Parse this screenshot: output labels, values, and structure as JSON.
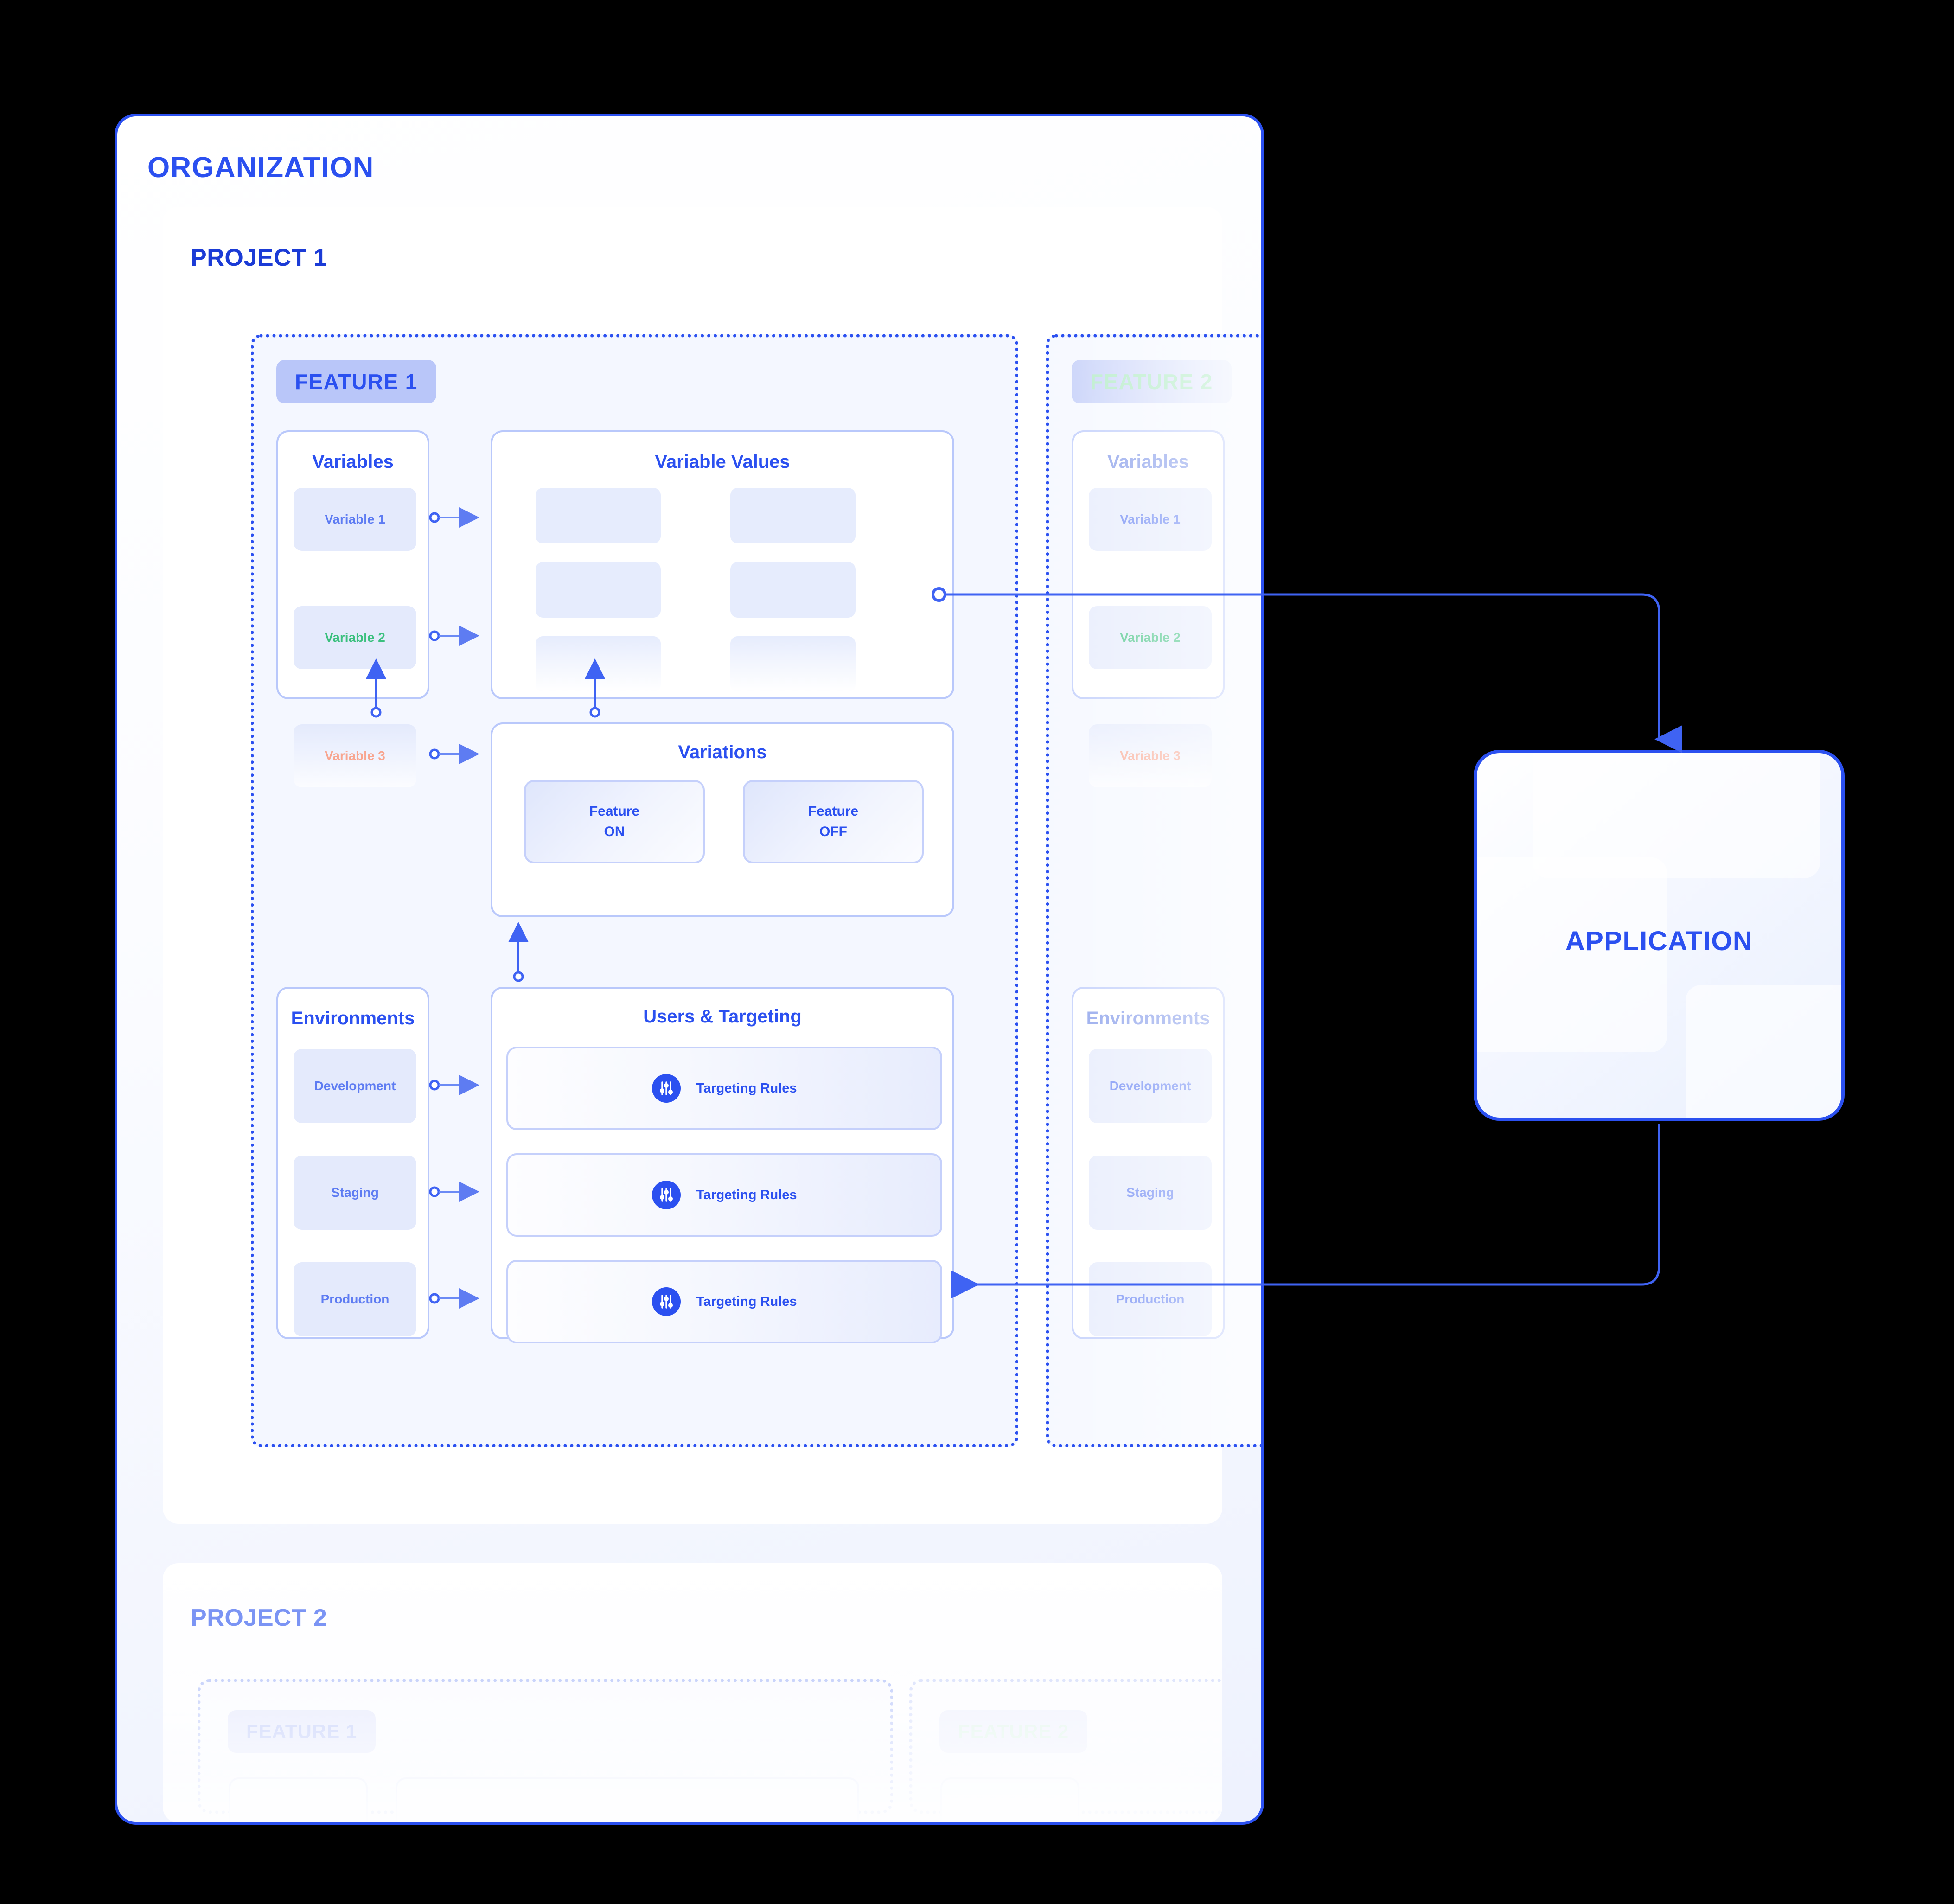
{
  "organization": {
    "title": "ORGANIZATION"
  },
  "project1": {
    "title": "PROJECT 1",
    "features": [
      {
        "badge": "FEATURE 1",
        "variables_panel": {
          "title": "Variables",
          "items": [
            {
              "label": "Variable 1",
              "color": "#5e7cf2"
            },
            {
              "label": "Variable 2",
              "color": "#3bc07e"
            },
            {
              "label": "Variable 3",
              "color": "#f8a58f"
            }
          ]
        },
        "variable_values_panel": {
          "title": "Variable Values"
        },
        "variations_panel": {
          "title": "Variations",
          "options": [
            {
              "line1": "Feature",
              "line2": "ON"
            },
            {
              "line1": "Feature",
              "line2": "OFF"
            }
          ]
        },
        "environments_panel": {
          "title": "Environments",
          "items": [
            {
              "label": "Development"
            },
            {
              "label": "Staging"
            },
            {
              "label": "Production"
            }
          ]
        },
        "targeting_panel": {
          "title": "Users & Targeting",
          "rules": [
            {
              "label": "Targeting Rules",
              "icon": "sliders-icon"
            },
            {
              "label": "Targeting Rules",
              "icon": "sliders-icon"
            },
            {
              "label": "Targeting Rules",
              "icon": "sliders-icon"
            }
          ]
        }
      },
      {
        "badge": "FEATURE 2",
        "variables_panel": {
          "title": "Variables",
          "items": [
            {
              "label": "Variable 1",
              "color": "#5e7cf2"
            },
            {
              "label": "Variable 2",
              "color": "#3bc07e"
            },
            {
              "label": "Variable 3",
              "color": "#f8a58f"
            }
          ]
        },
        "environments_panel": {
          "title": "Environments",
          "items": [
            {
              "label": "Development"
            },
            {
              "label": "Staging"
            },
            {
              "label": "Production"
            }
          ]
        }
      }
    ]
  },
  "project2": {
    "title": "PROJECT 2",
    "features": [
      {
        "badge": "FEATURE 1"
      },
      {
        "badge": "FEATURE 2"
      }
    ]
  },
  "application": {
    "label": "APPLICATION"
  },
  "colors": {
    "accent_blue": "#2b50f0",
    "deep_blue": "#1b3bd6",
    "mid_blue": "#5e7cf2",
    "connector_blue": "#6b8af5",
    "green": "#3bc07e",
    "salmon": "#f8a58f",
    "tile_fill": "#e4eafc",
    "badge_fill": "#b9c6f9",
    "panel_border": "#b9c8fb",
    "page_background": "#000000"
  }
}
